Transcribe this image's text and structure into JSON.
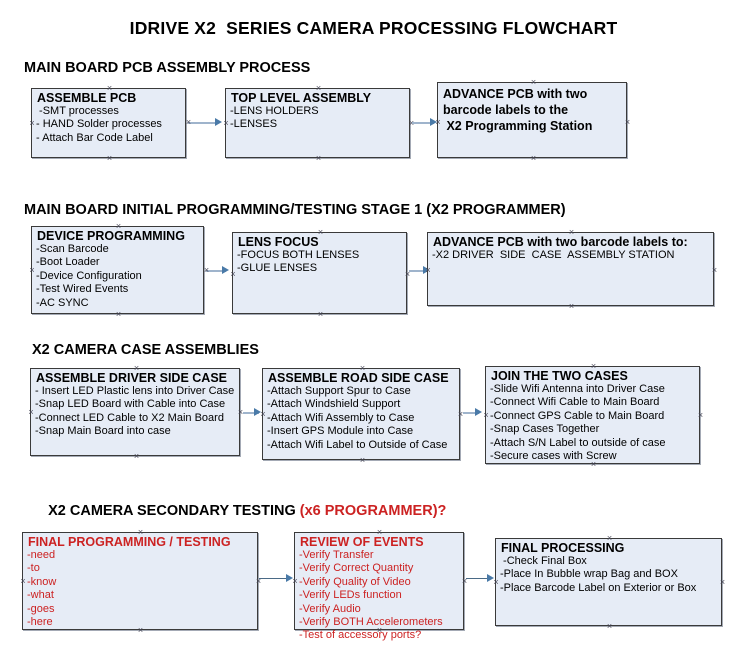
{
  "document": {
    "title": "IDRIVE X2  SERIES CAMERA PROCESSING FLOWCHART",
    "accent_color": "#cc2222",
    "box_fill": "#e6ecf6",
    "box_border": "#3a3a3a",
    "connector_color": "#9fb4cc"
  },
  "sections": [
    {
      "id": "main-board-pcb-assembly",
      "heading": "MAIN BOARD PCB ASSEMBLY PROCESS",
      "heading_accent": "",
      "boxes": [
        {
          "id": "assemble-pcb",
          "title": "ASSEMBLE PCB",
          "lines": [
            " -SMT processes",
            "- HAND Solder processes",
            "- Attach Bar Code Label"
          ]
        },
        {
          "id": "top-level-assembly",
          "title": "TOP LEVEL ASSEMBLY",
          "lines": [
            "-LENS HOLDERS",
            "-LENSES"
          ]
        },
        {
          "id": "advance-pcb-to-programming-station",
          "title": "ADVANCE PCB with two\nbarcode labels to the\n X2 Programming Station",
          "lines": []
        }
      ]
    },
    {
      "id": "main-board-initial-programming",
      "heading": "MAIN BOARD INITIAL PROGRAMMING/TESTING STAGE 1 (X2 PROGRAMMER)",
      "heading_accent": "",
      "boxes": [
        {
          "id": "device-programming",
          "title": "DEVICE PROGRAMMING",
          "lines": [
            "-Scan Barcode",
            "-Boot Loader",
            "-Device Configuration",
            "-Test Wired Events",
            "-AC SYNC"
          ]
        },
        {
          "id": "lens-focus",
          "title": "LENS FOCUS",
          "lines": [
            "-FOCUS BOTH LENSES",
            "-GLUE LENSES"
          ]
        },
        {
          "id": "advance-pcb-to-driver-side-case",
          "title": "ADVANCE PCB with two barcode labels to:",
          "lines": [
            "-X2 DRIVER  SIDE  CASE  ASSEMBLY STATION"
          ]
        }
      ]
    },
    {
      "id": "x2-camera-case-assemblies",
      "heading": "X2 CAMERA CASE ASSEMBLIES",
      "heading_accent": "",
      "boxes": [
        {
          "id": "assemble-driver-side-case",
          "title": "ASSEMBLE DRIVER SIDE CASE",
          "lines": [
            "- Insert LED Plastic lens into Driver Case",
            "-Snap LED Board with Cable into Case",
            "-Connect LED Cable to X2 Main Board",
            "-Snap Main Board into case"
          ]
        },
        {
          "id": "assemble-road-side-case",
          "title": "ASSEMBLE ROAD SIDE CASE",
          "lines": [
            "-Attach Support Spur to Case",
            "-Attach Windshield Support",
            "-Attach Wifi Assembly to Case",
            "-Insert GPS Module into Case",
            "-Attach Wifi Label to Outside of Case"
          ]
        },
        {
          "id": "join-the-two-cases",
          "title": "JOIN THE TWO CASES",
          "lines": [
            "-Slide Wifi Antenna into Driver Case",
            "-Connect Wifi Cable to Main Board",
            "-Connect GPS Cable to Main Board",
            "-Snap Cases Together",
            "-Attach S/N Label to outside of case",
            "-Secure cases with Screw"
          ]
        }
      ]
    },
    {
      "id": "x2-camera-secondary-testing",
      "heading": "X2 CAMERA SECONDARY TESTING ",
      "heading_accent": "(x6 PROGRAMMER)?",
      "boxes": [
        {
          "id": "final-programming-testing",
          "title": "FINAL PROGRAMMING / TESTING",
          "lines": [
            "-need",
            "-to",
            "-know",
            "-what",
            "-goes",
            "-here"
          ]
        },
        {
          "id": "review-of-events",
          "title": "REVIEW OF EVENTS",
          "lines": [
            "-Verify Transfer",
            "-Verify Correct Quantity",
            "-Verify Quality of Video",
            "-Verify LEDs function",
            "-Verify Audio",
            "-Verify BOTH Accelerometers",
            "-Test of accessory ports?"
          ]
        },
        {
          "id": "final-processing",
          "title": "FINAL PROCESSING",
          "lines": [
            " -Check Final Box",
            "-Place In Bubble wrap Bag and BOX",
            "-Place Barcode Label on Exterior or Box"
          ]
        }
      ]
    }
  ]
}
